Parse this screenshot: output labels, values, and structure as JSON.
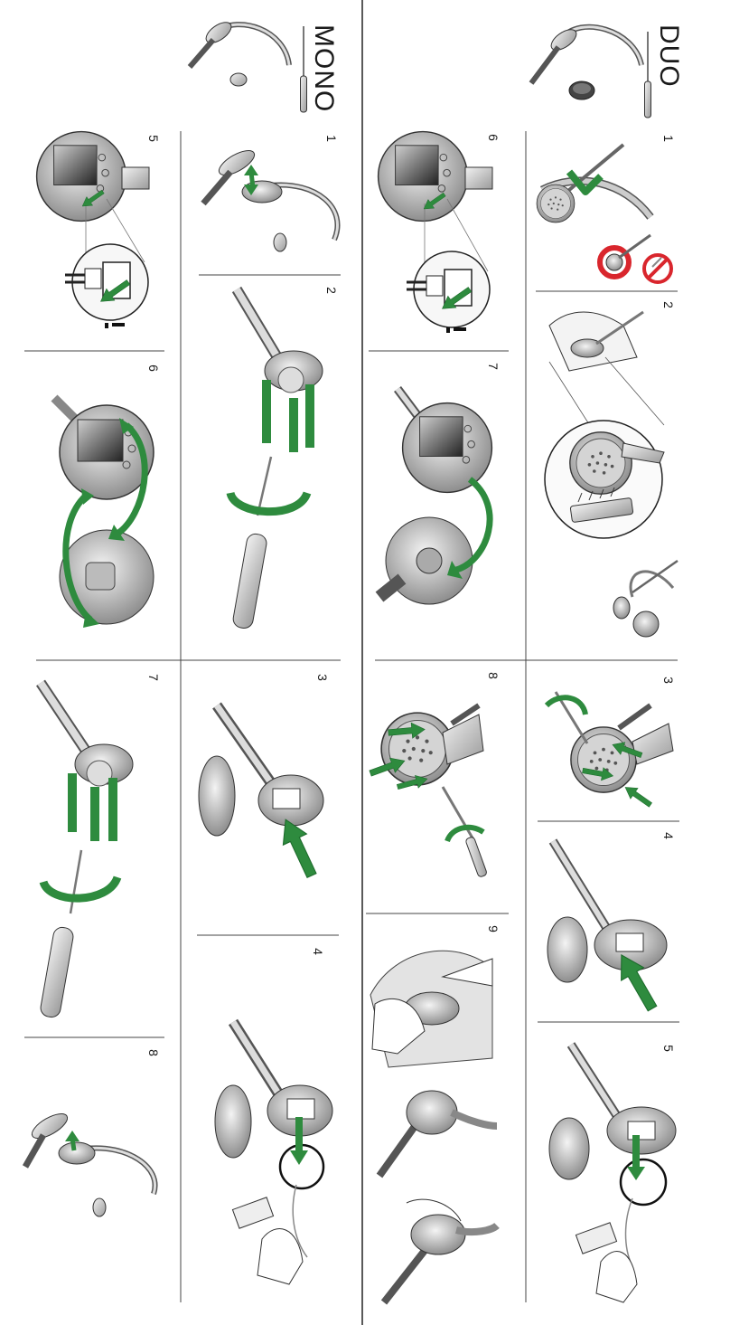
{
  "sections": {
    "duo": {
      "title": "DUO",
      "steps": [
        "1",
        "2",
        "3",
        "4",
        "5",
        "6",
        "7",
        "8",
        "9"
      ]
    },
    "mono": {
      "title": "MONO",
      "steps": [
        "1",
        "2",
        "3",
        "4",
        "5",
        "6",
        "7",
        "8"
      ]
    }
  },
  "icons": [
    "headset-icon",
    "screwdriver-icon",
    "arrow-icon",
    "rotate-arrow-icon",
    "no-symbol-icon",
    "speaker-icon",
    "finger-icon",
    "connector-icon"
  ],
  "colors": {
    "arrow": "#2e8b3e",
    "no_symbol": "#d9262d",
    "ink": "#1a1a1a",
    "metal": "#b8b8b8"
  }
}
